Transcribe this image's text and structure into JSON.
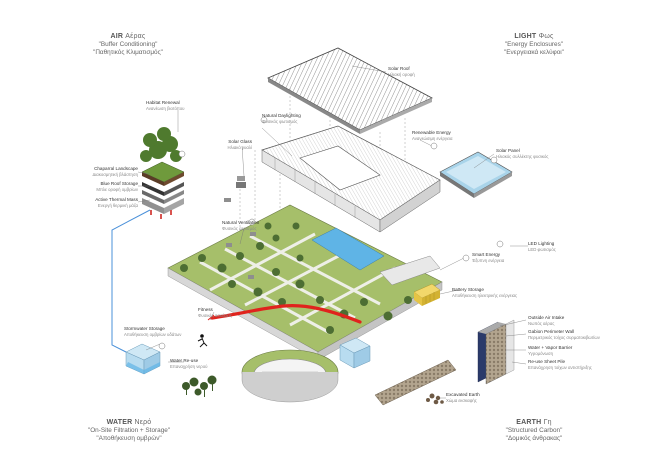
{
  "corners": {
    "air": {
      "title": "AIR",
      "title_gr": "Αέρας",
      "sub": "\"Buffer Conditioning\"",
      "sub_gr": "\"Παθητικός Κλιματισμός\""
    },
    "light": {
      "title": "LIGHT",
      "title_gr": "Φως",
      "sub": "\"Energy Enclosures\"",
      "sub_gr": "\"Ενεργειακά κελύφοι\""
    },
    "water": {
      "title": "WATER",
      "title_gr": "Νερό",
      "sub": "\"On-Site Filtration + Storage\"",
      "sub_gr": "\"Αποθήκευση ομβρών\""
    },
    "earth": {
      "title": "EARTH",
      "title_gr": "Γη",
      "sub": "\"Structured Carbon\"",
      "sub_gr": "\"Δομικός άνθρακας\""
    }
  },
  "labels": {
    "solar_roof": {
      "en": "Solar Roof",
      "gr": "Ηλιακή οροφή"
    },
    "habitat": {
      "en": "Habitat Renewal",
      "gr": "Ανανέωση βιοτόπου"
    },
    "natural_day": {
      "en": "Natural Daylighting",
      "gr": "Φυσικός φωτισμός"
    },
    "renewable": {
      "en": "Renewable Energy",
      "gr": "Ανανεώσιμη ενέργεια"
    },
    "solar_glass": {
      "en": "Solar Glass",
      "gr": "Ηλιακό γυαλί"
    },
    "solar_panel": {
      "en": "Solar Panel",
      "gr": "Ηλιακός συλλέκτης φυσικός"
    },
    "chaparral": {
      "en": "Chaparral Landscape",
      "gr": "Διακοσμητική βλάστηση"
    },
    "blue_roof": {
      "en": "Blue Roof Storage",
      "gr": "Μπλε οροφή ομβρίων"
    },
    "thermal_mass": {
      "en": "Active Thermal Mass",
      "gr": "Ενεργή θερμική μάζα"
    },
    "natural_vent": {
      "en": "Natural Ventilation",
      "gr": "Φυσικός αερισμός"
    },
    "smart_energy": {
      "en": "Smart Energy",
      "gr": "Έξυπνη ενέργεια"
    },
    "led": {
      "en": "LED Lighting",
      "gr": "LED φωτισμός"
    },
    "battery": {
      "en": "Battery Storage",
      "gr": "Αποθήκευση ηλεκτρικής ενέργειας"
    },
    "fitness": {
      "en": "Fitness",
      "gr": "Φυσικές ασκήσεις"
    },
    "outside_air": {
      "en": "Outside Air Intake",
      "gr": "Νωπός αέρας"
    },
    "gabion": {
      "en": "Gabion Perimeter Wall",
      "gr": "Περιμετρικός τοίχος συρματοκιβωτίων"
    },
    "water_barrier": {
      "en": "Water + Vapor Barrier",
      "gr": "Υγρομόνωση"
    },
    "reuse_sheet": {
      "en": "Re-use Sheet Pile",
      "gr": "Επανάχρηση τοίχων αντιστήριξης"
    },
    "stormwater": {
      "en": "Stormwater Storage",
      "gr": "Αποθήκευση ομβρίων υδάτων"
    },
    "water_reuse": {
      "en": "Water Re-use",
      "gr": "Επαναχρήση νερού"
    },
    "excavated": {
      "en": "Excavated Earth",
      "gr": "Χώμα εκσκαφής"
    }
  }
}
